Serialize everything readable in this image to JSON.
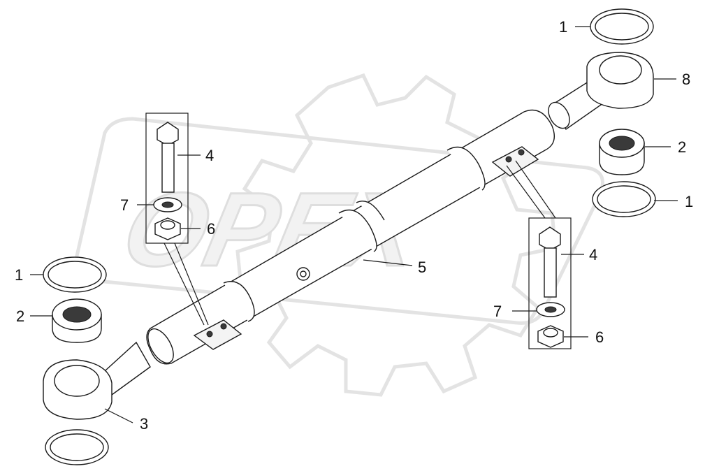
{
  "diagram": {
    "watermark_text": "OPEX",
    "callouts": [
      {
        "id": "c1a",
        "label": "1"
      },
      {
        "id": "c8",
        "label": "8"
      },
      {
        "id": "c2a",
        "label": "2"
      },
      {
        "id": "c1b",
        "label": "1"
      },
      {
        "id": "c4a",
        "label": "4"
      },
      {
        "id": "c7a",
        "label": "7"
      },
      {
        "id": "c6a",
        "label": "6"
      },
      {
        "id": "c4b",
        "label": "4"
      },
      {
        "id": "c5",
        "label": "5"
      },
      {
        "id": "c7b",
        "label": "7"
      },
      {
        "id": "c6b",
        "label": "6"
      },
      {
        "id": "c1c",
        "label": "1"
      },
      {
        "id": "c2b",
        "label": "2"
      },
      {
        "id": "c3",
        "label": "3"
      }
    ]
  }
}
